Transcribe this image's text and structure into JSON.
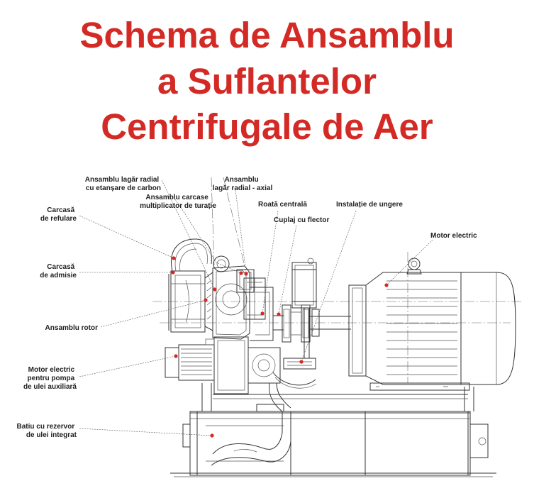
{
  "title": [
    "Schema de Ansamblu",
    "a Suflantelor",
    "Centrifugale de Aer"
  ],
  "colors": {
    "title": "#d32a25",
    "marker": "#d32a25",
    "line": "#333333",
    "text": "#222222"
  },
  "labels": {
    "lagar_radial_carbon": [
      "Ansamblu lagăr radial",
      "cu etanșare de carbon"
    ],
    "carcasa_refulare": [
      "Carcasă",
      "de refulare"
    ],
    "carcasa_admisie": [
      "Carcasă",
      "de admisie"
    ],
    "ansamblu_rotor": [
      "Ansamblu rotor"
    ],
    "motor_pompa": [
      "Motor electric",
      "pentru pompa",
      "de ulei auxiliară"
    ],
    "batiu": [
      "Batiu cu rezervor",
      "de ulei integrat"
    ],
    "carcase_multiplicator": [
      "Ansamblu carcase",
      "multiplicator de turație"
    ],
    "lagar_radial_axial": [
      "Ansamblu",
      "lagăr radial - axial"
    ],
    "roata_centrala": [
      "Roată centrală"
    ],
    "cuplaj_flector": [
      "Cuplaj cu flector"
    ],
    "instalatie_ungere": [
      "Instalație de ungere"
    ],
    "motor_electric": [
      "Motor electric"
    ]
  }
}
